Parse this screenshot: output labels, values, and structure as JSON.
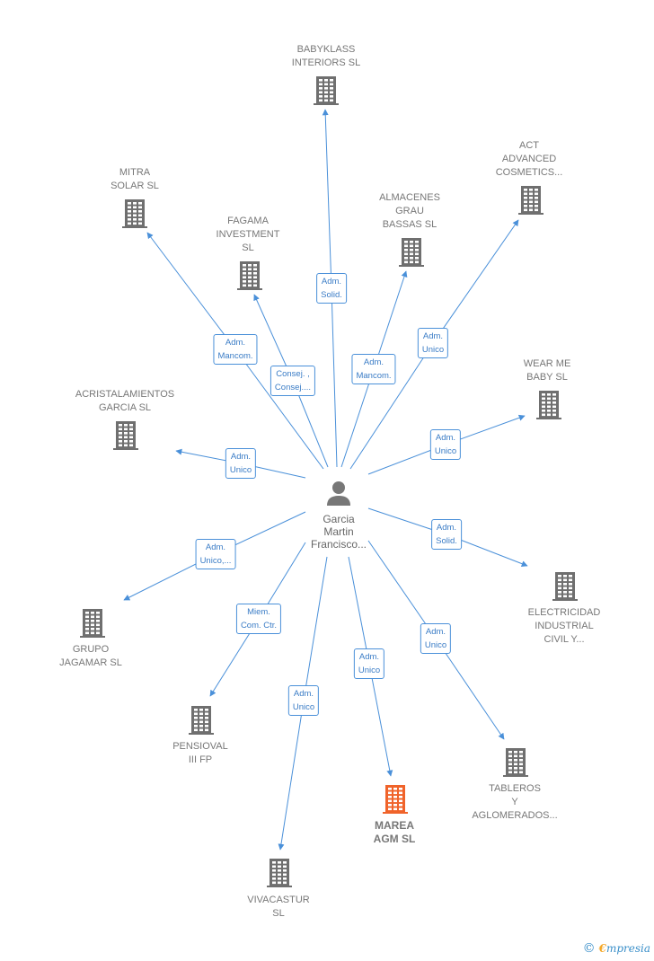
{
  "person": {
    "label": "Garcia\nMartin\nFrancisco..."
  },
  "companies": [
    {
      "id": "babyklass",
      "label": "BABYKLASS\nINTERIORS SL",
      "highlight": false
    },
    {
      "id": "mitra",
      "label": "MITRA\nSOLAR  SL",
      "highlight": false
    },
    {
      "id": "fagama",
      "label": "FAGAMA\nINVESTMENT\nSL",
      "highlight": false
    },
    {
      "id": "almacenes",
      "label": "ALMACENES\nGRAU\nBASSAS SL",
      "highlight": false
    },
    {
      "id": "act",
      "label": "ACT\nADVANCED\nCOSMETICS...",
      "highlight": false
    },
    {
      "id": "wearme",
      "label": "WEAR ME\nBABY SL",
      "highlight": false
    },
    {
      "id": "acristalamientos",
      "label": "ACRISTALAMIENTOS\nGARCIA  SL",
      "highlight": false
    },
    {
      "id": "electricidad",
      "label": "ELECTRICIDAD\nINDUSTRIAL\nCIVIL Y...",
      "highlight": false
    },
    {
      "id": "grupo",
      "label": "GRUPO\nJAGAMAR  SL",
      "highlight": false
    },
    {
      "id": "pensioval",
      "label": "PENSIOVAL\nIII FP",
      "highlight": false
    },
    {
      "id": "marea",
      "label": "MAREA\nAGM  SL",
      "highlight": true
    },
    {
      "id": "tableros",
      "label": "TABLEROS\nY\nAGLOMERADOS...",
      "highlight": false
    },
    {
      "id": "vivacastur",
      "label": "VIVACASTUR\nSL",
      "highlight": false
    }
  ],
  "relations": [
    {
      "to": "babyklass",
      "role": "Adm.\nSolid."
    },
    {
      "to": "mitra",
      "role": "Adm.\nMancom."
    },
    {
      "to": "fagama",
      "role": "Consej. ,\nConsej...."
    },
    {
      "to": "almacenes",
      "role": "Adm.\nMancom."
    },
    {
      "to": "act",
      "role": "Adm.\nUnico"
    },
    {
      "to": "wearme",
      "role": "Adm.\nUnico"
    },
    {
      "to": "acristalamientos",
      "role": "Adm.\nUnico"
    },
    {
      "to": "electricidad",
      "role": "Adm.\nSolid."
    },
    {
      "to": "grupo",
      "role": "Adm.\nUnico,..."
    },
    {
      "to": "pensioval",
      "role": "Miem.\nCom. Ctr."
    },
    {
      "to": "marea",
      "role": "Adm.\nUnico"
    },
    {
      "to": "tableros",
      "role": "Adm.\nUnico"
    },
    {
      "to": "vivacastur",
      "role": "Adm.\nUnico"
    }
  ],
  "colors": {
    "edge": "#4a90d9",
    "building": "#6f6f6f",
    "highlight_building": "#f0632a"
  },
  "watermark": {
    "symbol": "©",
    "initial": "€",
    "rest": "mpresia"
  }
}
